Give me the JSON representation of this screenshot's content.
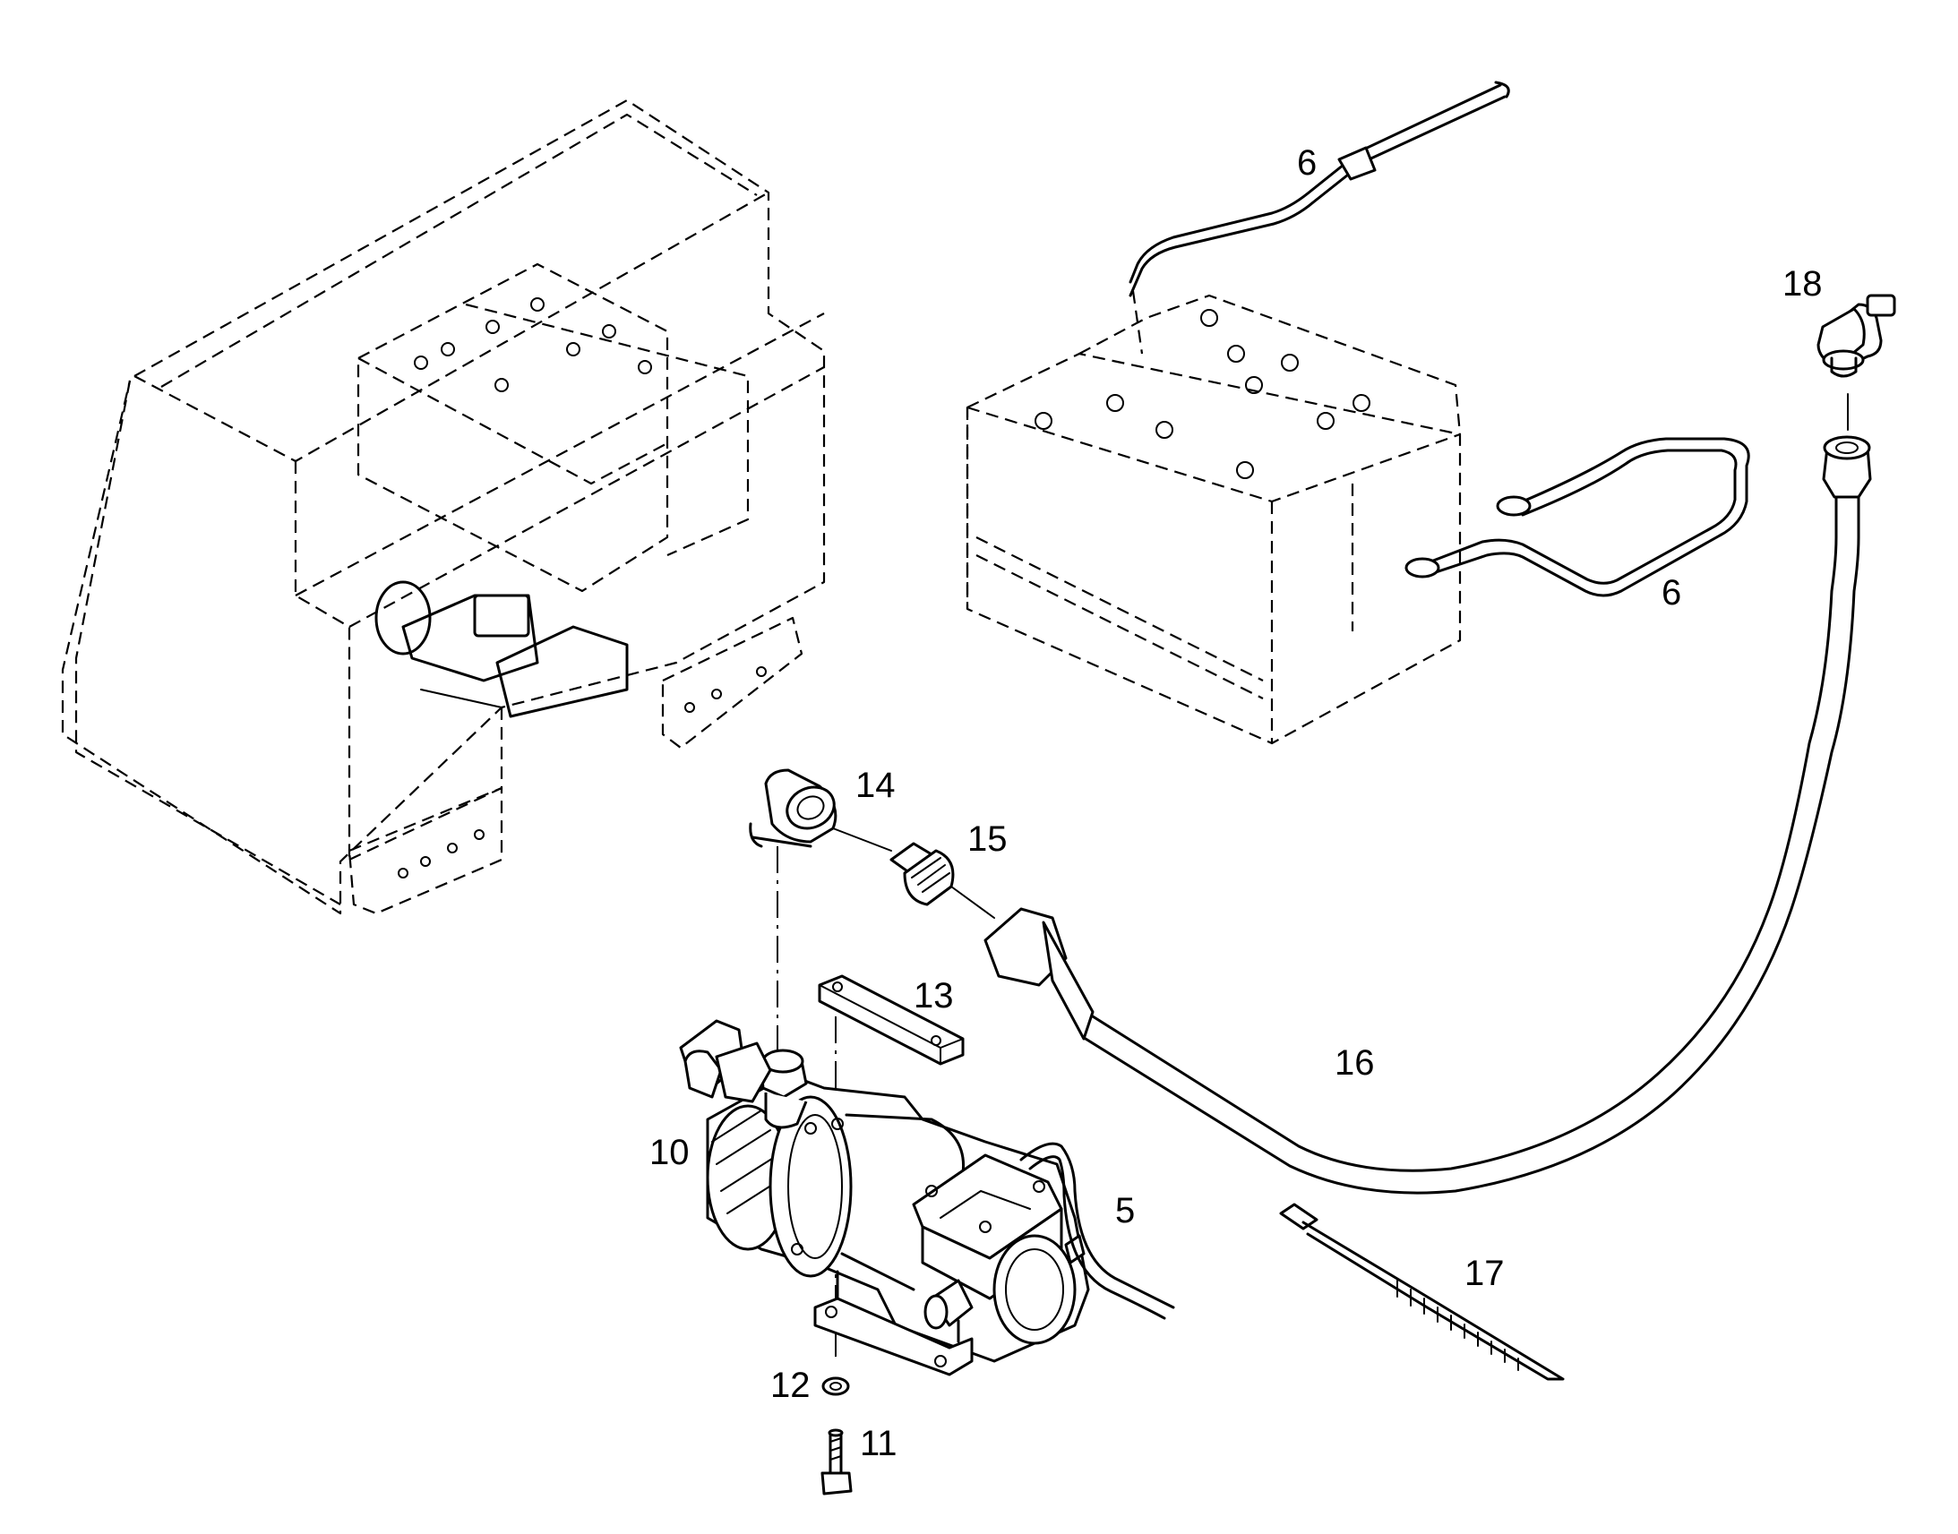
{
  "labels": {
    "c5": "5",
    "c6a": "6",
    "c6b": "6",
    "c10": "10",
    "c11": "11",
    "c12": "12",
    "c13": "13",
    "c14": "14",
    "c15": "15",
    "c16": "16",
    "c17": "17",
    "c18": "18"
  }
}
